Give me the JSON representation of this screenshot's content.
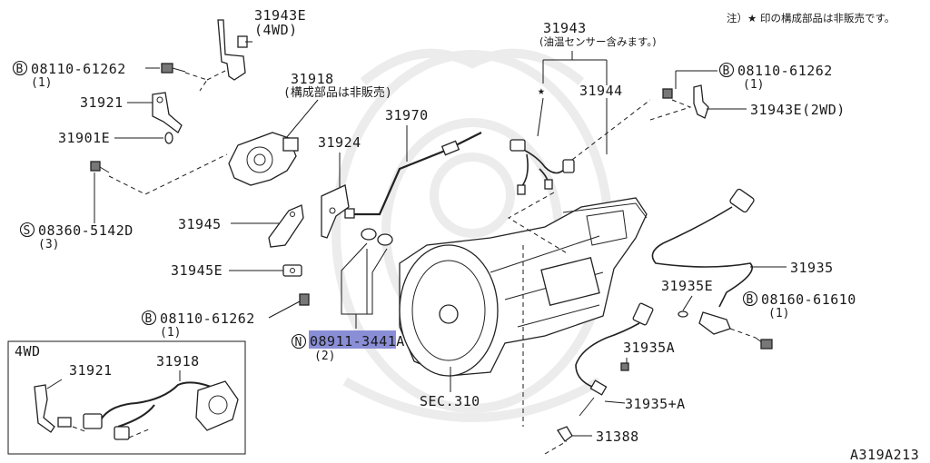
{
  "note": "注）★ 印の構成部品は非販売です。",
  "diagram_code": "A319A213",
  "labels": {
    "p31943E_4wd": "31943E",
    "p31943E_4wd_sub": "(4WD)",
    "bolt_08110_top": "08110-61262",
    "bolt_08110_top_qty": "(1)",
    "p31918": "31918",
    "p31918_sub": "(構成部品は非販売)",
    "p31921": "31921",
    "p31901E": "31901E",
    "p31970": "31970",
    "p31924": "31924",
    "screw_08360": "08360-5142D",
    "screw_08360_qty": "(3)",
    "p31945": "31945",
    "p31945E": "31945E",
    "bolt_08110_mid": "08110-61262",
    "bolt_08110_mid_qty": "(1)",
    "nut_08911": "08911-3441A",
    "nut_08911_qty": "(2)",
    "p31943": "31943",
    "p31943_sub": "(油温センサー含みます。)",
    "p31944": "31944",
    "bolt_08110_right": "08110-61262",
    "bolt_08110_right_qty": "(1)",
    "p31943E_2wd": "31943E(2WD)",
    "p31935": "31935",
    "p31935E": "31935E",
    "bolt_08160": "08160-61610",
    "bolt_08160_qty": "(1)",
    "p31935A": "31935A",
    "p31935_A": "31935+A",
    "p31388": "31388",
    "sec310": "SEC.310",
    "box_title": "4WD",
    "box_31921": "31921",
    "box_31918": "31918"
  },
  "prefixes": {
    "b": "B",
    "s": "S",
    "n": "N"
  },
  "star": "★",
  "colors": {
    "highlight": "#8a8ed6",
    "ink": "#1a1a1a",
    "watermark": "#ececec"
  }
}
